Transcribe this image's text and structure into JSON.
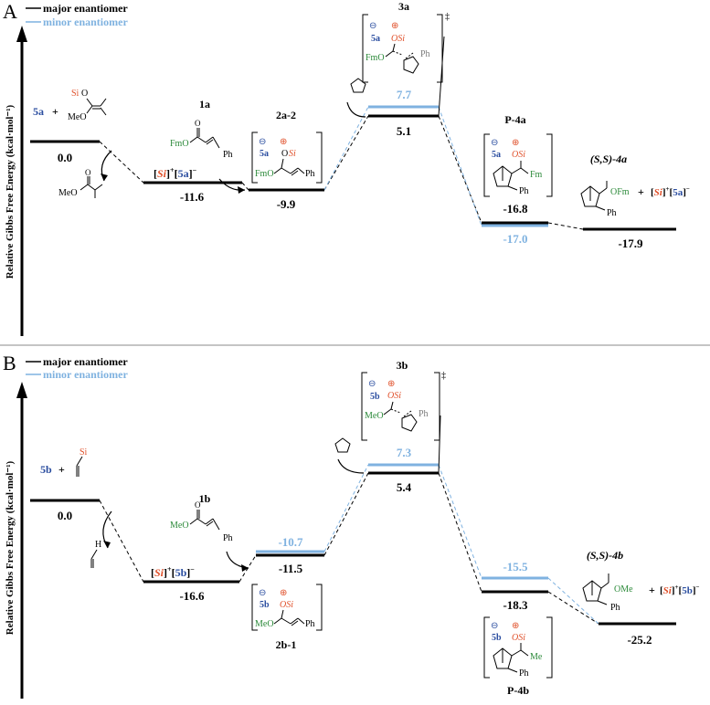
{
  "colors": {
    "major": "#000000",
    "minor": "#7fb2e0",
    "species_blue": "#2b4ea0",
    "si_red": "#e0502a",
    "group_green": "#2c8a3a"
  },
  "legend": {
    "major": "major enantiomer",
    "minor": "minor enantiomer"
  },
  "panelA": {
    "letter": "A",
    "ylabel": "Relative Gibbs Free Energy (kcal·mol⁻¹)",
    "labels": {
      "sm": "5a",
      "plus": "+",
      "si": "Si",
      "oo": "O",
      "meo": "MeO",
      "ester": "MeO",
      "sa": "Si",
      "sb": "5a",
      "l1a": "1a",
      "fmo1": "FmO",
      "ph1": "Ph",
      "l2a2": "2a-2",
      "g1": "⊖",
      "g2": "⊕",
      "g3": "5a",
      "g4": "Si",
      "g5": "FmO",
      "g6": "Ph",
      "l3a": "3a",
      "ddag": "‡",
      "t1": "⊖",
      "t2": "⊕",
      "t3": "5a",
      "t4": "OSi",
      "t5": "FmO",
      "t6": "Ph",
      "lp4a": "P-4a",
      "p1": "⊖",
      "p2": "⊕",
      "p3": "5a",
      "p4": "OSi",
      "p5": "Fm",
      "p6": "Ph",
      "l4a": "(S,S)-4a",
      "f1": "OFm",
      "f2": "Ph",
      "f3": "+",
      "f4": "Si",
      "f5": "5a"
    },
    "values": {
      "e1": "0.0",
      "e2": "-11.6",
      "e3": "-9.9",
      "e4": "5.1",
      "e4m": "7.7",
      "e5": "-16.8",
      "e5m": "-17.0",
      "e6": "-17.9"
    }
  },
  "panelB": {
    "letter": "B",
    "ylabel": "Relative Gibbs Free Energy (kcal·mol⁻¹)",
    "labels": {
      "sm": "5b",
      "plus": "+",
      "si": "Si",
      "h": "H",
      "sa": "Si",
      "sb": "5b",
      "l1b": "1b",
      "meo1": "MeO",
      "ph1": "Ph",
      "l2b1": "2b-1",
      "g1": "⊖",
      "g2": "⊕",
      "g3": "5b",
      "g4": "OSi",
      "g5": "MeO",
      "g6": "Ph",
      "l3b": "3b",
      "ddag": "‡",
      "t1": "⊖",
      "t2": "⊕",
      "t3": "5b",
      "t4": "OSi",
      "t5": "MeO",
      "t6": "Ph",
      "lp4b": "P-4b",
      "p1": "⊖",
      "p2": "⊕",
      "p3": "5b",
      "p4": "OSi",
      "p5": "Me",
      "p6": "Ph",
      "l4b": "(S,S)-4b",
      "f1": "OMe",
      "f2": "Ph",
      "f3": "+",
      "f4": "Si",
      "f5": "5b"
    },
    "values": {
      "e1": "0.0",
      "e2": "-16.6",
      "e3": "-11.5",
      "e3m": "-10.7",
      "e4": "5.4",
      "e4m": "7.3",
      "e5": "-18.3",
      "e5m": "-15.5",
      "e6": "-25.2"
    }
  }
}
